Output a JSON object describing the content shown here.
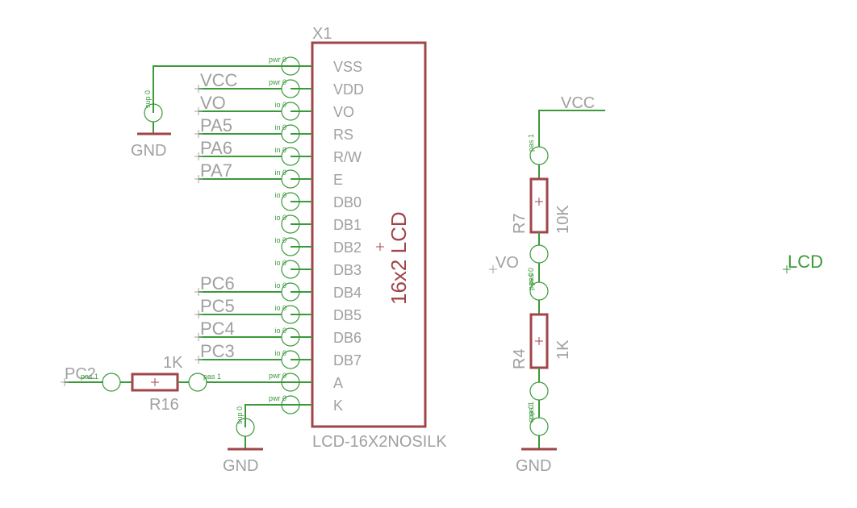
{
  "lcd": {
    "ref": "X1",
    "value": "16x2 LCD",
    "package": "LCD-16X2NOSILK",
    "pins": [
      {
        "name": "VSS",
        "tag": "pwr 0",
        "net": ""
      },
      {
        "name": "VDD",
        "tag": "pwr 0",
        "net": "VCC"
      },
      {
        "name": "VO",
        "tag": "io 0",
        "net": "VO"
      },
      {
        "name": "RS",
        "tag": "in 0",
        "net": "PA5"
      },
      {
        "name": "R/W",
        "tag": "in 0",
        "net": "PA6"
      },
      {
        "name": "E",
        "tag": "in 0",
        "net": "PA7"
      },
      {
        "name": "DB0",
        "tag": "io 0",
        "net": ""
      },
      {
        "name": "DB1",
        "tag": "io 0",
        "net": ""
      },
      {
        "name": "DB2",
        "tag": "io 0",
        "net": ""
      },
      {
        "name": "DB3",
        "tag": "io 0",
        "net": ""
      },
      {
        "name": "DB4",
        "tag": "io 0",
        "net": "PC6"
      },
      {
        "name": "DB5",
        "tag": "io 0",
        "net": "PC5"
      },
      {
        "name": "DB6",
        "tag": "io 0",
        "net": "PC4"
      },
      {
        "name": "DB7",
        "tag": "io 0",
        "net": "PC3"
      },
      {
        "name": "A",
        "tag": "pwr 0",
        "net": ""
      },
      {
        "name": "K",
        "tag": "pwr 0",
        "net": ""
      }
    ]
  },
  "gnd_left": {
    "label": "GND",
    "tag": "sup 0"
  },
  "gnd_bottom": {
    "label": "GND",
    "tag": "sup 0"
  },
  "gnd_right": {
    "label": "GND",
    "tag": "sup 0"
  },
  "r16": {
    "ref": "R16",
    "value": "1K",
    "tag_left": "pas 1",
    "tag_right": "pas 1",
    "net": "PC2"
  },
  "r7": {
    "ref": "R7",
    "value": "10K",
    "tag_top": "pas 1",
    "tag_bottom": "pas 0"
  },
  "r4": {
    "ref": "R4",
    "value": "1K",
    "tag_top": "pas 0",
    "tag_bottom": "pas 1"
  },
  "vcc_right": {
    "label": "VCC"
  },
  "vo_right": {
    "label": "VO"
  },
  "sheet_label": "LCD"
}
